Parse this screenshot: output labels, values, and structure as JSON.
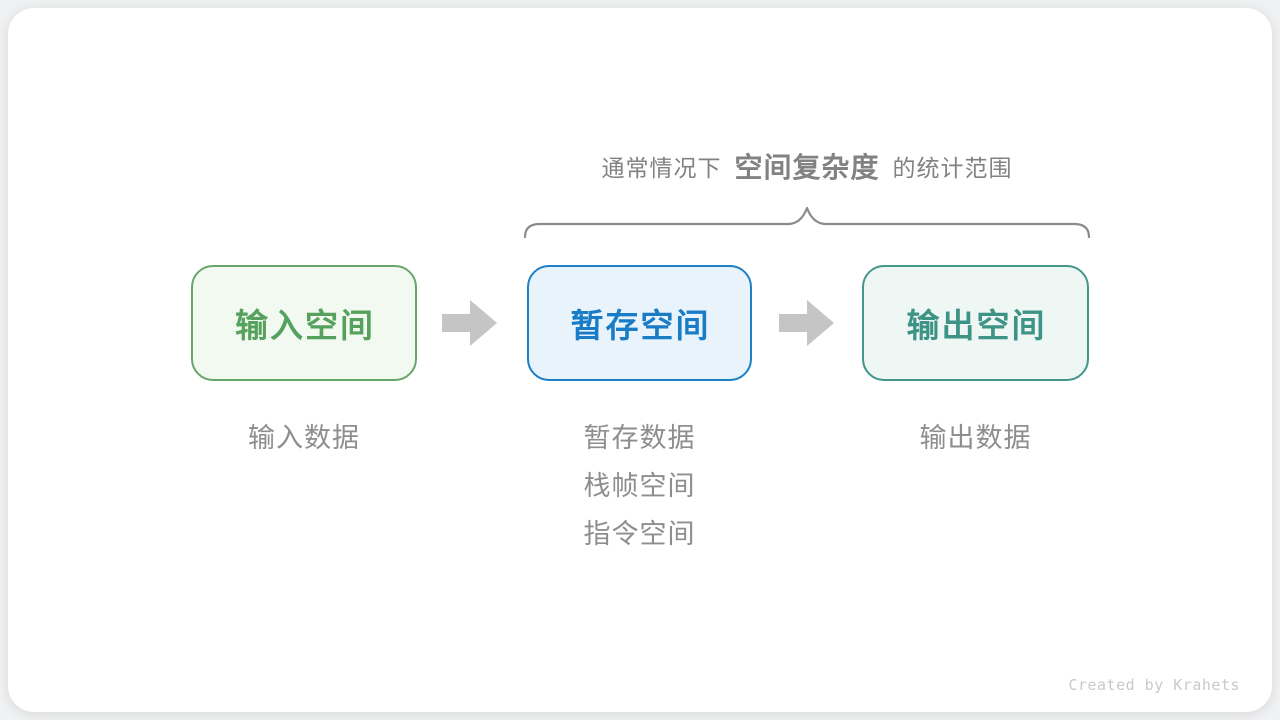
{
  "title": {
    "prefix": "通常情况下",
    "highlight": "空间复杂度",
    "suffix": "的统计范围"
  },
  "boxes": [
    {
      "label": "输入空间",
      "colors": {
        "text": "#55a15d",
        "border": "#66a668",
        "bg": "#f2f9f0"
      }
    },
    {
      "label": "暂存空间",
      "colors": {
        "text": "#1a7cc6",
        "border": "#1d7fc6",
        "bg": "#e8f3fc"
      }
    },
    {
      "label": "输出空间",
      "colors": {
        "text": "#3e9387",
        "border": "#44958a",
        "bg": "#eef7f3"
      }
    }
  ],
  "captions": [
    {
      "lines": [
        "输入数据"
      ]
    },
    {
      "lines": [
        "暂存数据",
        "栈帧空间",
        "指令空间"
      ]
    },
    {
      "lines": [
        "输出数据"
      ]
    }
  ],
  "watermark": "Created by Krahets",
  "colors": {
    "title": {
      "text": "#828282"
    },
    "brace": {
      "text": "#8b8b8b"
    },
    "arrow": {
      "text": "#c5c5c5"
    },
    "caption": {
      "text": "#8e8e8e"
    },
    "watermark": {
      "text": "#c9c9c9"
    },
    "page_bg": "#f0f1f2",
    "card_bg": "#ffffff"
  }
}
